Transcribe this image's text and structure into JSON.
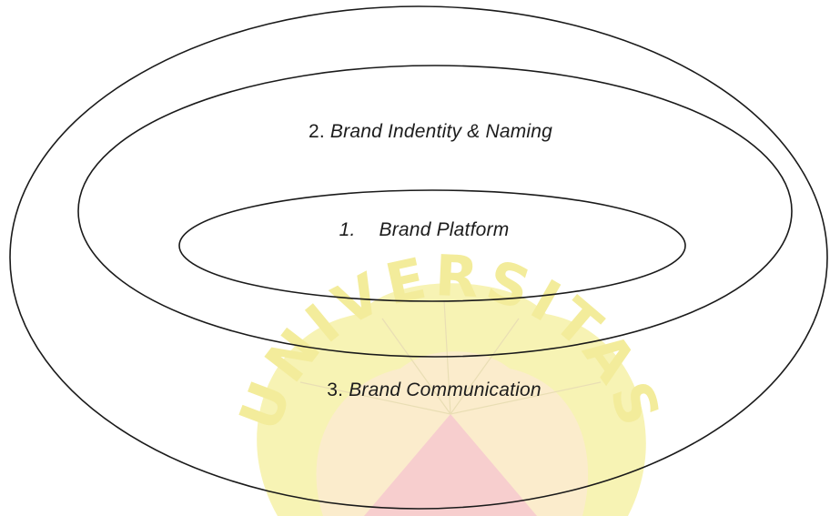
{
  "diagram": {
    "rings": [
      {
        "number": "3.",
        "name": "Brand Communication"
      },
      {
        "number": "2.",
        "name": "Brand Indentity & Naming"
      },
      {
        "number": "1.",
        "name": "Brand Platform"
      }
    ]
  },
  "watermark": {
    "text": "UNIVERSITAS",
    "colors": {
      "yellow": "#f4ee8c",
      "red": "#f7c2c2",
      "gold": "#e8c27a"
    }
  }
}
